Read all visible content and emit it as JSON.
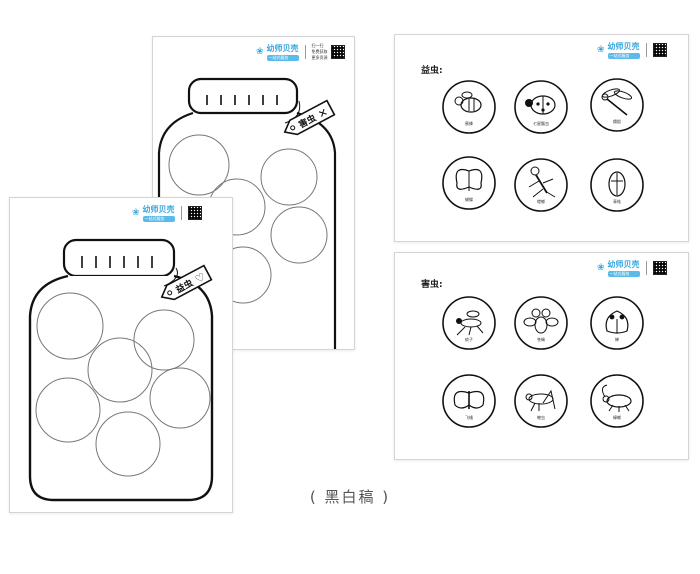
{
  "brand": {
    "logo_text": "幼师贝壳",
    "logo_sub": "一站式服务",
    "scan_line1": "扫一扫",
    "scan_line2": "免费获取",
    "scan_line3": "更多资源"
  },
  "jars": [
    {
      "tag_label": "害虫",
      "tag_mark": "✕"
    },
    {
      "tag_label": "益虫",
      "tag_mark": "♡"
    }
  ],
  "beneficial": {
    "title": "益虫:",
    "insects": [
      "蜜蜂",
      "七星瓢虫",
      "蜻蜓",
      "蝴蝶",
      "螳螂",
      "青蛙"
    ]
  },
  "pests": {
    "title": "害虫:",
    "insects": [
      "蚊子",
      "苍蝇",
      "蝉",
      "飞蛾",
      "蝗虫",
      "蟑螂"
    ]
  },
  "caption": "( 黑白稿 )"
}
